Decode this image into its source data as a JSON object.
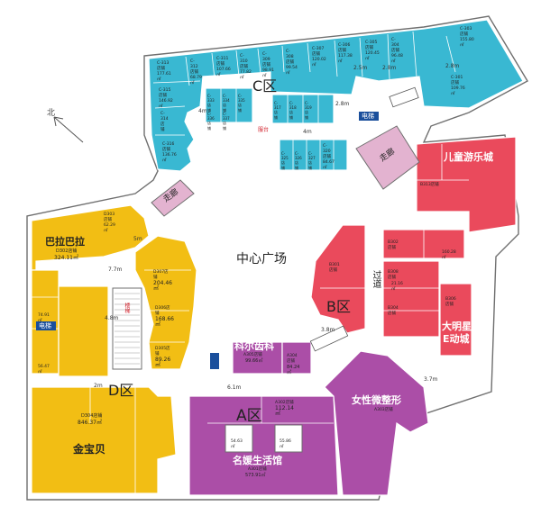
{
  "zones": {
    "c": {
      "label": "C区",
      "color": "#39b8d2"
    },
    "d": {
      "label": "D区",
      "color": "#f2be14"
    },
    "b": {
      "label": "B区",
      "color": "#ea4a5c"
    },
    "a": {
      "label": "A区",
      "color": "#ab4ea7"
    }
  },
  "plaza": {
    "label": "中心广场"
  },
  "corridors": {
    "walk_left": "走廊",
    "walk_right": "走廊",
    "passage": "过道"
  },
  "tenants": {
    "babalala": {
      "name": "巴拉巴拉",
      "unit": "D302店铺",
      "area": "324.11㎡"
    },
    "jinbaobei": {
      "name": "金宝贝",
      "unit": "D304店铺",
      "area": "846.37㎡"
    },
    "ertong": {
      "name": "儿童游乐城",
      "unit": "B313店铺"
    },
    "daming": {
      "name": "大明星",
      "sub": "E动城"
    },
    "kelchi": {
      "name": "科尔齿科",
      "unit": "A305店铺",
      "area": "99.66㎡"
    },
    "nvxing": {
      "name": "女性微整形",
      "unit": "A303店铺"
    },
    "mingyuan": {
      "name": "名媛生活馆",
      "unit": "A301店铺",
      "area": "573.91㎡"
    }
  },
  "units": {
    "c_row": [
      {
        "code": "C-313店铺",
        "area": "177.61㎡"
      },
      {
        "code": "C-312店铺",
        "area": "68.79㎡"
      },
      {
        "code": "C-311店铺",
        "area": "107.66㎡"
      },
      {
        "code": "C-310店铺",
        "area": "77.82㎡"
      },
      {
        "code": "C-309店铺",
        "area": "98.91㎡"
      },
      {
        "code": "C-308店铺",
        "area": "99.54㎡"
      },
      {
        "code": "C-307店铺",
        "area": "120.02㎡"
      },
      {
        "code": "C-306店铺",
        "area": "117.38㎡"
      },
      {
        "code": "C-305店铺",
        "area": "120.45㎡"
      },
      {
        "code": "C-304店铺",
        "area": "96.48㎡"
      },
      {
        "code": "C-303店铺",
        "area": "155.80㎡"
      }
    ],
    "c_misc": [
      {
        "code": "C-315店铺",
        "area": "146.92㎡"
      },
      {
        "code": "C-314店铺",
        "area": ""
      },
      {
        "code": "C-316店铺",
        "area": "136.76㎡"
      },
      {
        "code": "C-301店铺",
        "area": "109.76㎡"
      },
      {
        "code": "C-320店铺",
        "area": "84.67㎡"
      },
      {
        "code": "C-317店铺",
        "area": ""
      },
      {
        "code": "C-318店铺",
        "area": ""
      },
      {
        "code": "C-319店铺",
        "area": ""
      },
      {
        "code": "C-325店铺",
        "area": ""
      },
      {
        "code": "C-326店铺",
        "area": ""
      },
      {
        "code": "C-327店铺",
        "area": ""
      },
      {
        "code": "C-333店铺",
        "area": ""
      },
      {
        "code": "C-334店铺",
        "area": ""
      },
      {
        "code": "C-335店铺",
        "area": ""
      },
      {
        "code": "C-336店铺",
        "area": ""
      },
      {
        "code": "C-337店铺",
        "area": ""
      }
    ],
    "d_misc": [
      {
        "code": "D307店铺",
        "area": "204.46㎡"
      },
      {
        "code": "D306店铺",
        "area": "168.66㎡"
      },
      {
        "code": "D305店铺",
        "area": "89.26㎡"
      },
      {
        "code": "D303店铺",
        "area": "62.29㎡"
      },
      {
        "code": "",
        "area": "74.91㎡"
      },
      {
        "code": "",
        "area": "56.47㎡"
      }
    ],
    "b_misc": [
      {
        "code": "B301店铺",
        "area": ""
      },
      {
        "code": "B302店铺",
        "area": ""
      },
      {
        "code": "B304店铺",
        "area": ""
      },
      {
        "code": "B306店铺",
        "area": ""
      },
      {
        "code": "B308店铺",
        "area": ""
      },
      {
        "code": "",
        "area": "160.28㎡"
      },
      {
        "code": "",
        "area": "21.16㎡"
      }
    ],
    "a_misc": [
      {
        "code": "A302店铺",
        "area": "112.14㎡"
      },
      {
        "code": "A304店铺",
        "area": "84.24㎡"
      },
      {
        "code": "",
        "area": "54.63㎡"
      },
      {
        "code": "",
        "area": "55.86㎡"
      }
    ]
  },
  "labels": {
    "elevator": "电梯",
    "stair": "楼梯",
    "counter": "服台",
    "north": "北"
  },
  "dimensions": [
    "2.5m",
    "2.8m",
    "2.8m",
    "4m",
    "4m",
    "2.8m",
    "7.7m",
    "5m",
    "4.8m",
    "2m",
    "6.1m",
    "3.8m",
    "3.7m"
  ]
}
